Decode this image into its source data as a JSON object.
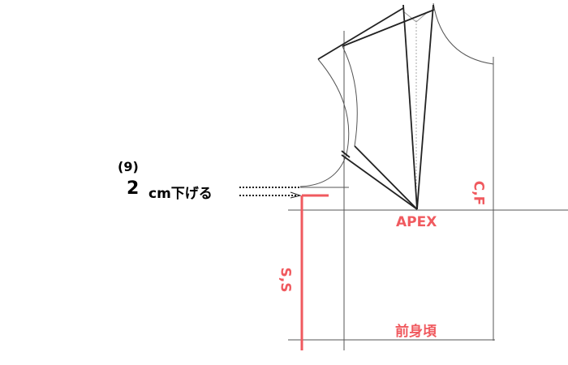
{
  "step": {
    "number": "(9)",
    "amount": "2",
    "instruction": "cm下げる"
  },
  "labels": {
    "apex": "APEX",
    "center_front": "C,F",
    "side_seam": "S,S",
    "piece_name": "前身頃"
  },
  "colors": {
    "accent": "#f05a5f",
    "line": "#222222",
    "guide": "#555555"
  }
}
